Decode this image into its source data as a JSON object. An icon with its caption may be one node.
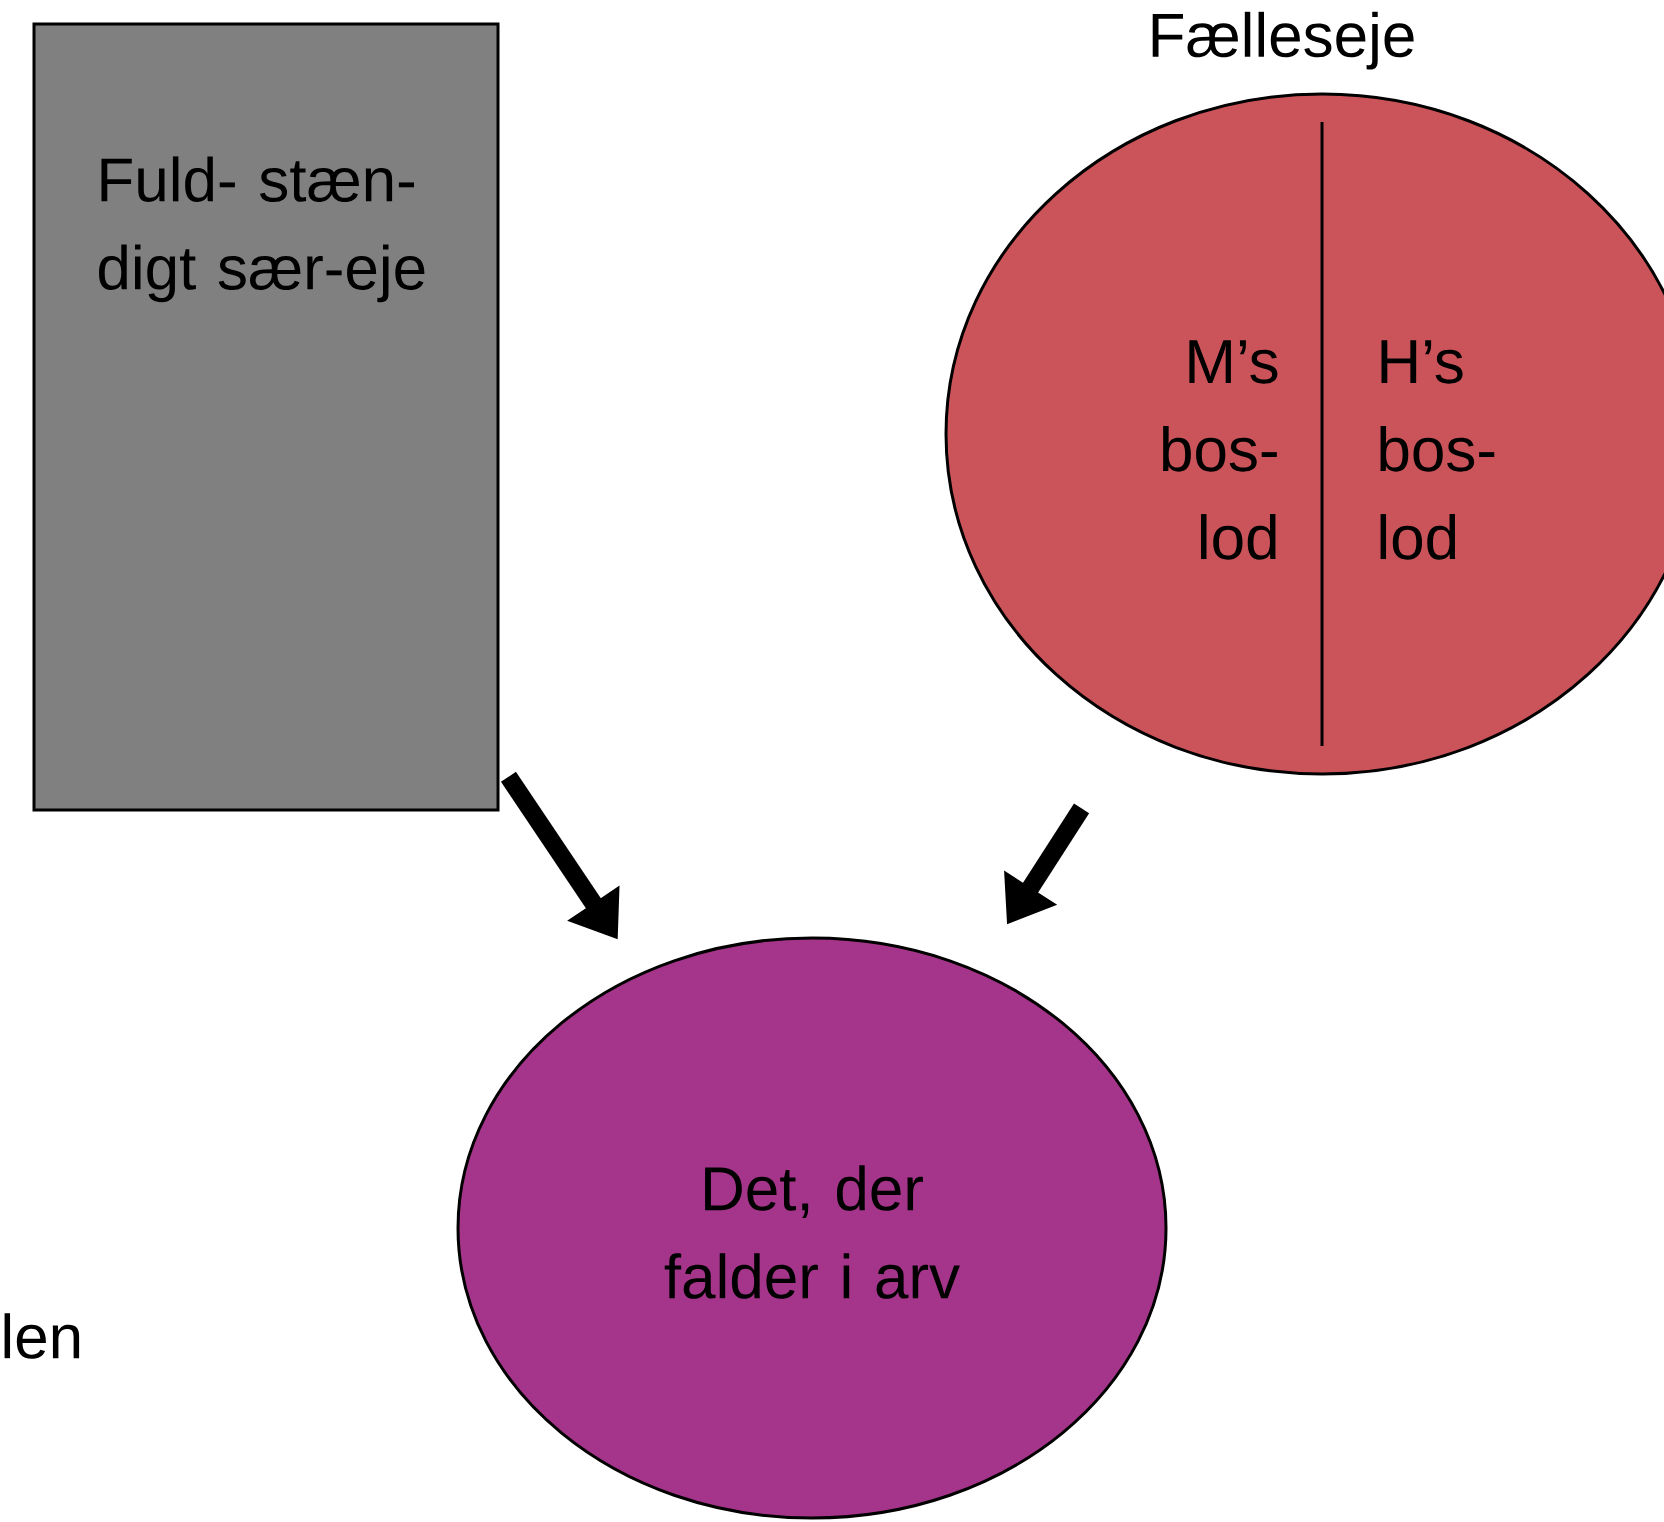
{
  "diagram": {
    "nodes": [
      {
        "text": [
          "Fuld- stæn- digt sær-eje"
        ]
      },
      {
        "text": [
          "Fælleseje"
        ]
      },
      {
        "text": [
          "M’s bos- lod"
        ],
        "in": 1
      },
      {
        "text": [
          "H’s bos- lod"
        ],
        "in": 1
      },
      {
        "text": [
          "Det, der falder i arv"
        ]
      }
    ],
    "edges": [
      {
        "from": 0,
        "to": 4,
        "arrow": "to"
      },
      {
        "from": 1,
        "to": 4,
        "arrow": "to"
      }
    ],
    "labels": [
      "len"
    ]
  }
}
